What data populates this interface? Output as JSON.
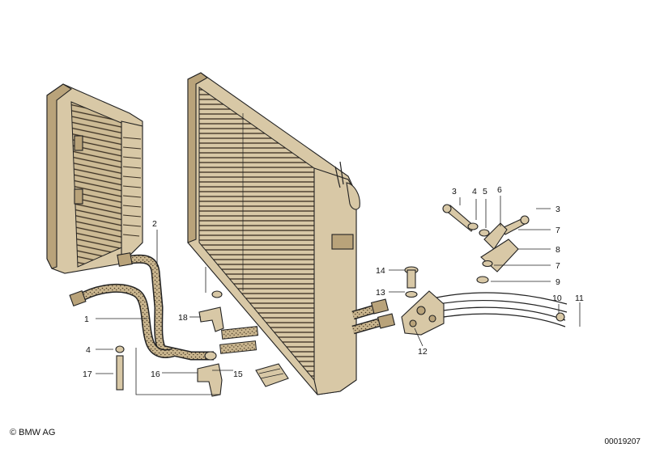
{
  "diagram": {
    "callouts": [
      {
        "id": "c1",
        "text": "1"
      },
      {
        "id": "c2",
        "text": "2"
      },
      {
        "id": "c3a",
        "text": "3"
      },
      {
        "id": "c3b",
        "text": "3"
      },
      {
        "id": "c4a",
        "text": "4"
      },
      {
        "id": "c4b",
        "text": "4"
      },
      {
        "id": "c5",
        "text": "5"
      },
      {
        "id": "c6",
        "text": "6"
      },
      {
        "id": "c7a",
        "text": "7"
      },
      {
        "id": "c7b",
        "text": "7"
      },
      {
        "id": "c8",
        "text": "8"
      },
      {
        "id": "c9",
        "text": "9"
      },
      {
        "id": "c10",
        "text": "10"
      },
      {
        "id": "c11",
        "text": "11"
      },
      {
        "id": "c12",
        "text": "12"
      },
      {
        "id": "c13",
        "text": "13"
      },
      {
        "id": "c14",
        "text": "14"
      },
      {
        "id": "c15",
        "text": "15"
      },
      {
        "id": "c16",
        "text": "16"
      },
      {
        "id": "c17",
        "text": "17"
      },
      {
        "id": "c18",
        "text": "18"
      }
    ]
  },
  "footer": {
    "copyright": "© BMW AG",
    "reference_number": "00019207"
  },
  "colors": {
    "part_fill": "#d8c8a6",
    "part_shade": "#b9a37a",
    "ink": "#222222"
  }
}
